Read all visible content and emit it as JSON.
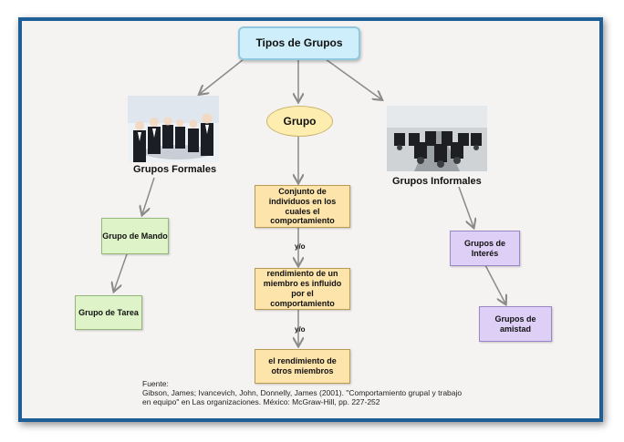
{
  "title": "Tipos de Grupos",
  "center_oval": "Grupo",
  "left_branch": {
    "label": "Grupos Formales",
    "photo_icon": "business-people-photo",
    "level1": "Grupo de Mando",
    "level2": "Grupo de Tarea"
  },
  "right_branch": {
    "label": "Grupos Informales",
    "photo_icon": "motorcycle-group-photo",
    "level1": "Grupos de Interés",
    "level2": "Grupos de amistad"
  },
  "center_chain": {
    "box1": "Conjunto de individuos en los cuales el comportamiento",
    "connector1": "y/o",
    "box2": "rendimiento de un miembro es influido por el comportamiento",
    "connector2": "y/o",
    "box3": "el rendimiento de otros miembros"
  },
  "source": {
    "heading": "Fuente:",
    "line1": "Gibson, James; Ivancevich, John, Donnelly, James (2001). \"Comportamiento grupal y trabajo",
    "line2": "en equipo\" en Las organizaciones. México: McGraw-Hill, pp. 227-252"
  },
  "colors": {
    "frame": "#1d5f96",
    "title_fill": "#cdeefa",
    "oval_fill": "#fdeeb0",
    "center_fill": "#fde4aa",
    "left_fill": "#def3c8",
    "right_fill": "#ddcff5",
    "arrow": "#8a8a8a"
  }
}
